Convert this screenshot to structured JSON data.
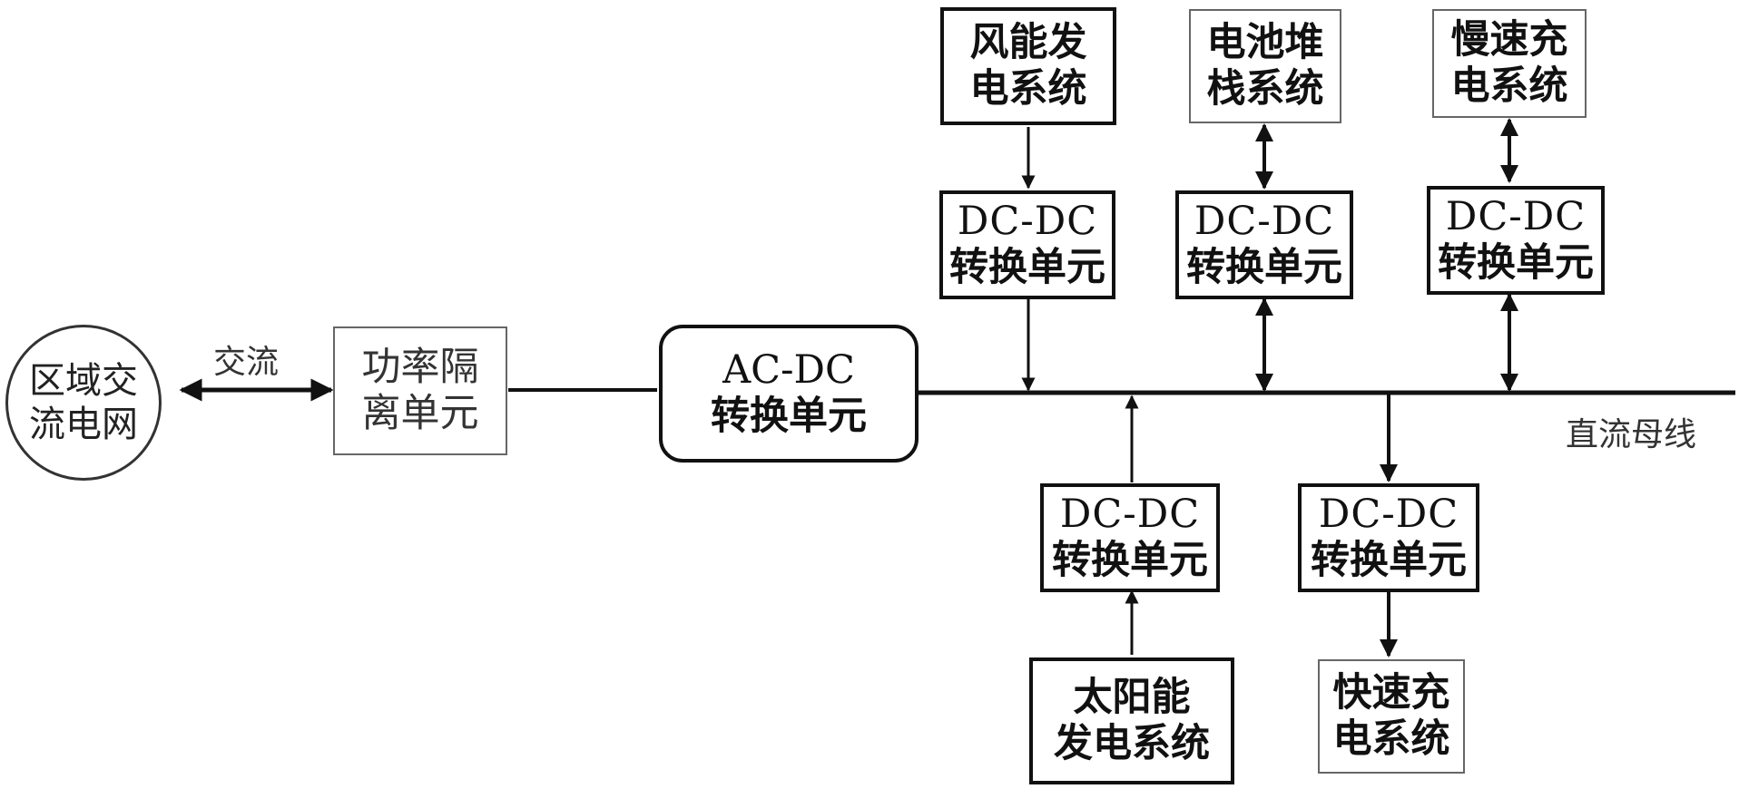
{
  "grid": {
    "label": "区域交流电网",
    "line1": "区域交",
    "line2": "流电网"
  },
  "ac_label": "交流",
  "dc_bus_label": "直流母线",
  "isolation_unit": {
    "line1": "功率隔",
    "line2": "离单元"
  },
  "acdc_unit": {
    "line1": "AC-DC",
    "line2": "转换单元"
  },
  "dcdc_label": {
    "line1": "DC-DC",
    "line2": "转换单元"
  },
  "sources_top": [
    {
      "id": "wind",
      "line1": "风能发",
      "line2": "电系统",
      "flow": "to-bus"
    },
    {
      "id": "battery",
      "line1": "电池堆",
      "line2": "栈系统",
      "flow": "bidirectional"
    },
    {
      "id": "slow-charge",
      "line1": "慢速充",
      "line2": "电系统",
      "flow": "bidirectional"
    }
  ],
  "sources_bottom": [
    {
      "id": "solar",
      "line1": "太阳能",
      "line2": "发电系统",
      "flow": "to-bus"
    },
    {
      "id": "fast-charge",
      "line1": "快速充",
      "line2": "电系统",
      "flow": "from-bus"
    }
  ],
  "colors": {
    "line": "#111111",
    "thin_border": "#666666"
  }
}
